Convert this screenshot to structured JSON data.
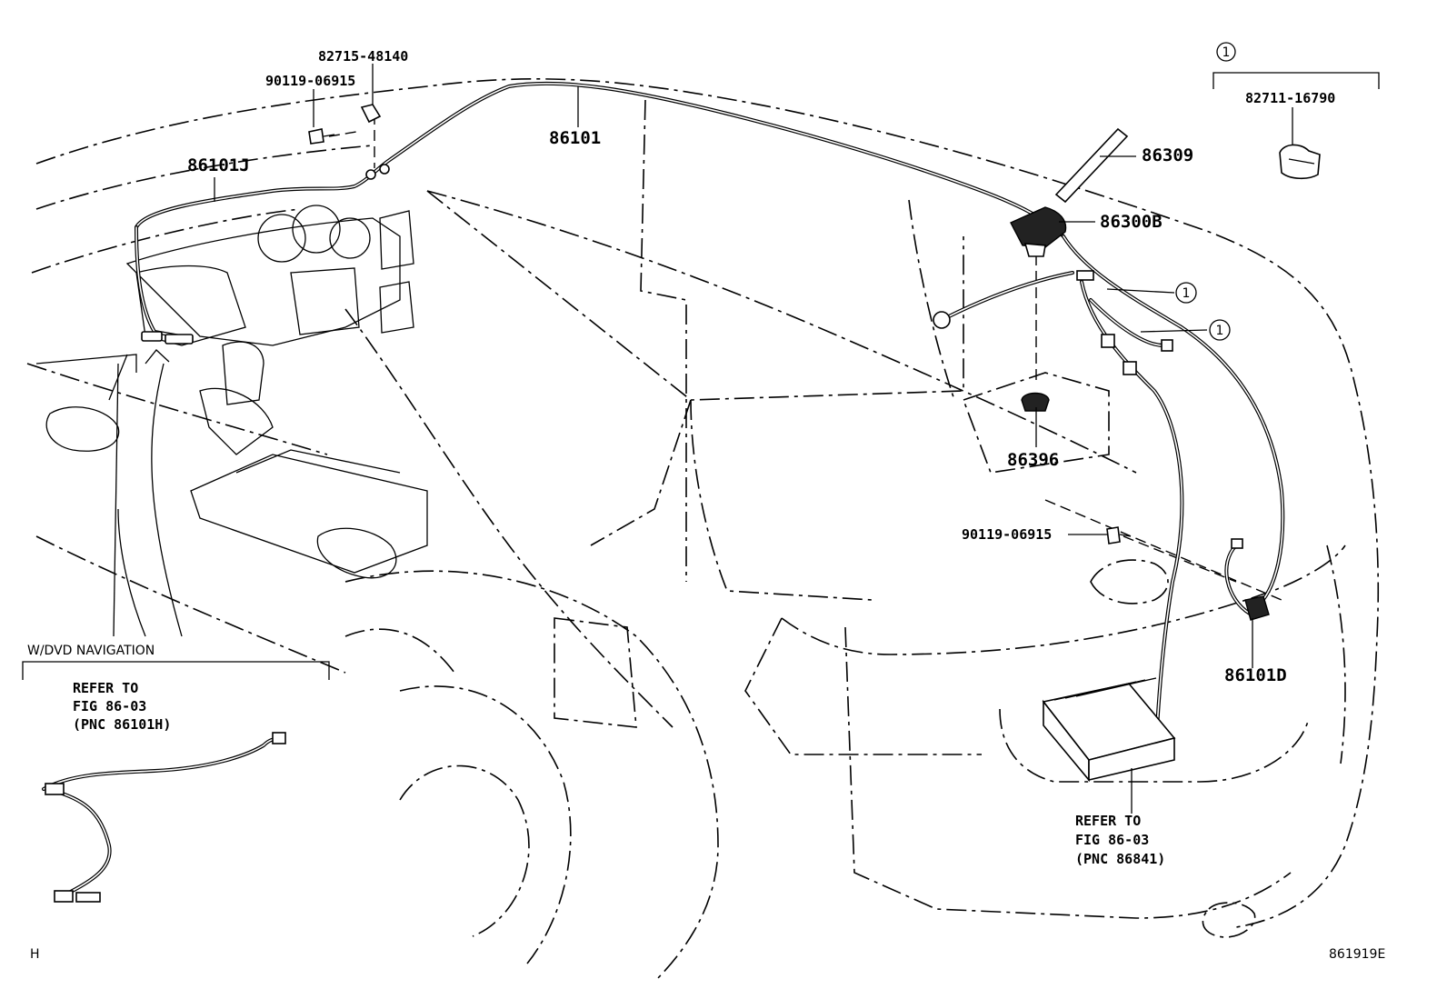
{
  "parts": {
    "p_82715_48140": "82715-48140",
    "p_90119_06915_top": "90119-06915",
    "p_86101": "86101",
    "p_86101J": "86101J",
    "p_86309": "86309",
    "p_86300B": "86300B",
    "p_86396": "86396",
    "p_90119_06915_mid": "90119-06915",
    "p_86101D": "86101D",
    "p_82711_16790": "82711-16790"
  },
  "callouts": {
    "group_marker": "1",
    "marker_a": "1",
    "marker_b": "1"
  },
  "notes": {
    "nav_heading": "W/DVD NAVIGATION",
    "refer_left": [
      "REFER TO",
      "FIG 86-03",
      "(PNC 86101H)"
    ],
    "refer_right": [
      "REFER TO",
      "FIG 86-03",
      "(PNC 86841)"
    ]
  },
  "footer": {
    "left_code": "H",
    "figure_id": "861919E"
  }
}
